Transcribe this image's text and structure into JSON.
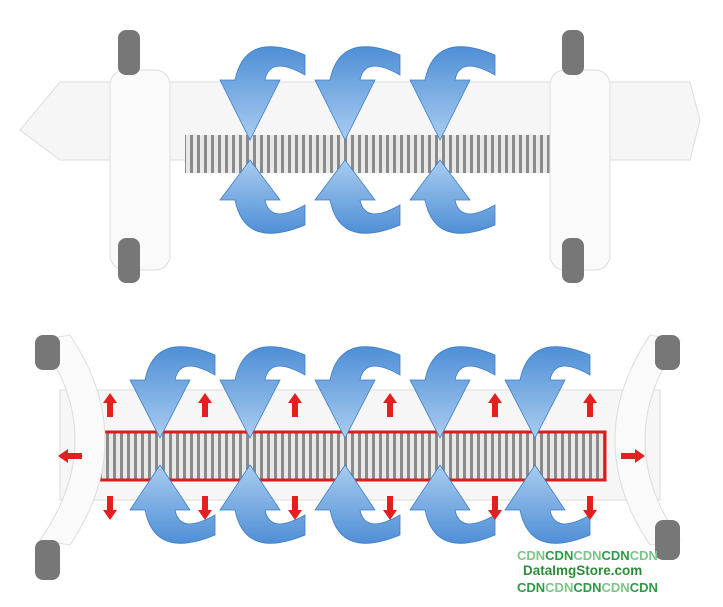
{
  "image": {
    "subject": "convector-heater-airflow",
    "colors": {
      "airflow_arrow": "#6fa6de",
      "heat_arrow": "#e32020",
      "heater_body": "#f4f4f4",
      "highlight_frame": "#d91c1c"
    }
  },
  "watermark": {
    "line1": [
      "CDN",
      "CDN",
      "CDN",
      "CDN",
      "CDN"
    ],
    "line2": "DataImgStore.com",
    "line3": [
      "CDN",
      "CDN",
      "CDN",
      "CDN",
      "CDN"
    ]
  }
}
